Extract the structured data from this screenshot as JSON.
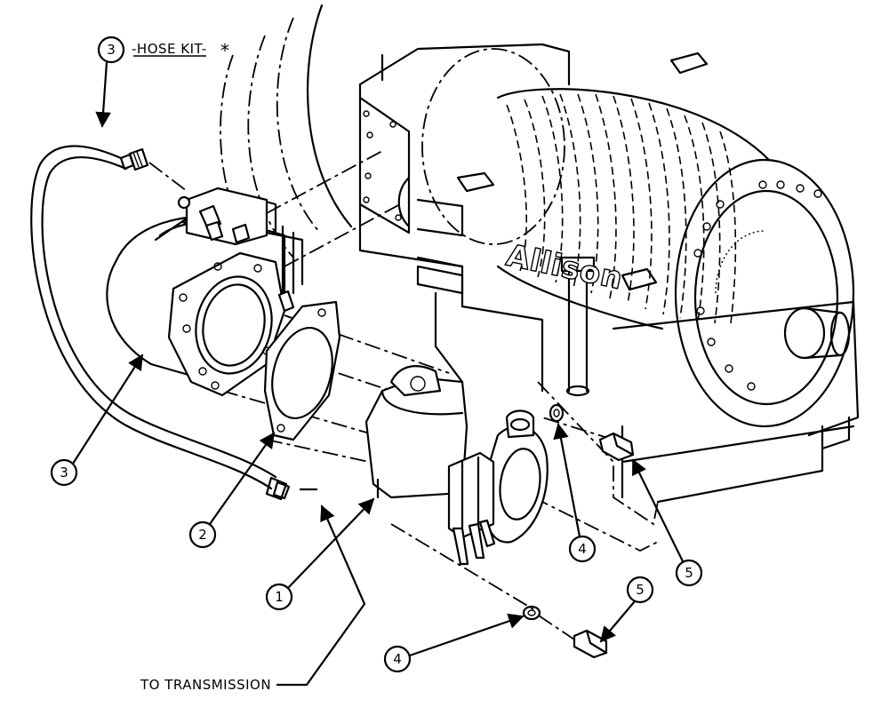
{
  "diagram": {
    "kit_title": "-HOSE KIT-",
    "kit_marker": "*",
    "kit_number": "3",
    "transmission_label": "TO TRANSMISSION",
    "drum_lettering": "Allison"
  },
  "callouts": [
    {
      "number": "3"
    },
    {
      "number": "2"
    },
    {
      "number": "1"
    },
    {
      "number": "4"
    },
    {
      "number": "4"
    },
    {
      "number": "5"
    },
    {
      "number": "5"
    }
  ]
}
